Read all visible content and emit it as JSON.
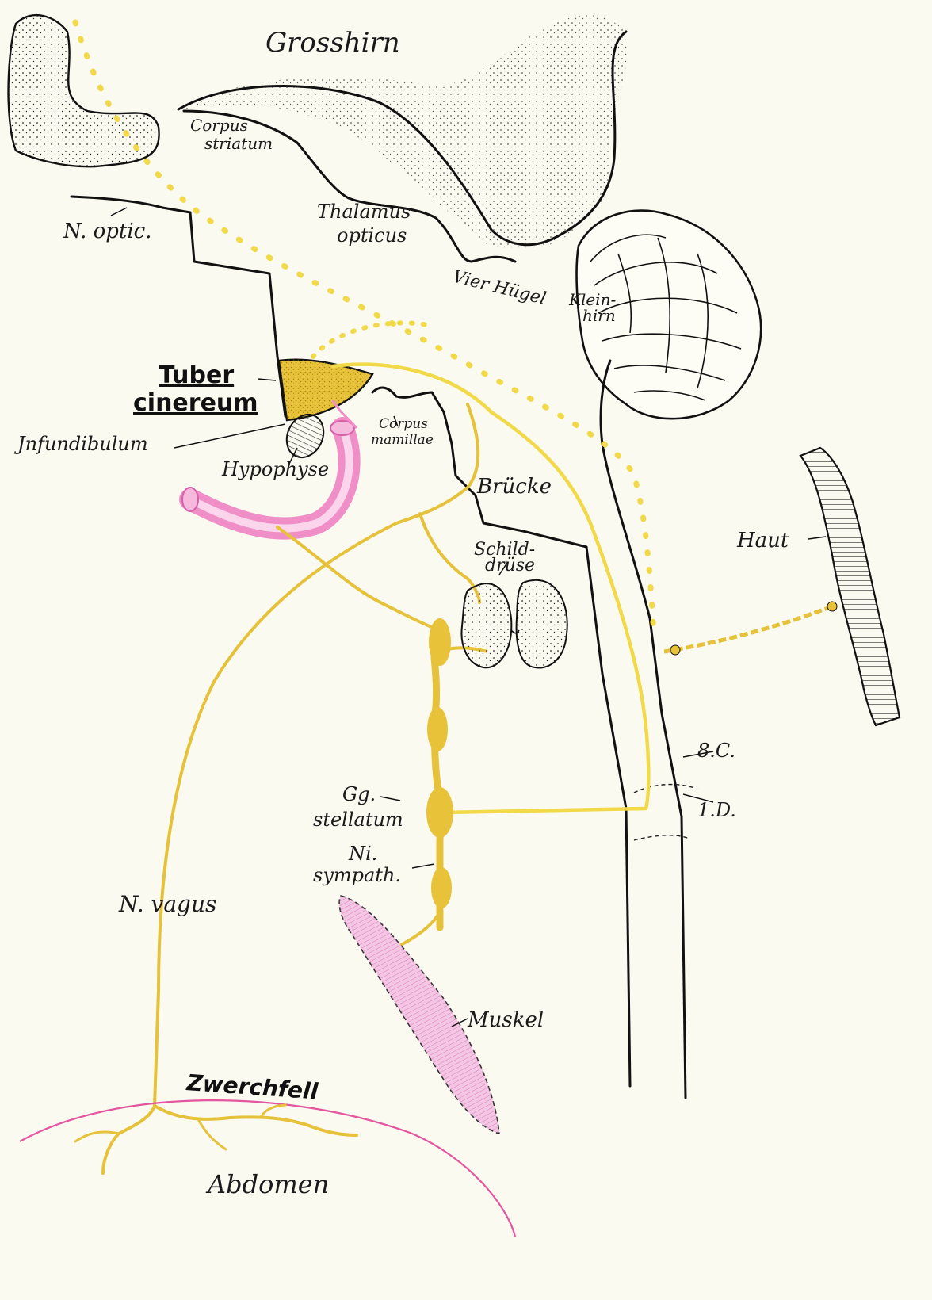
{
  "colors": {
    "background": "#fbfaf1",
    "ink": "#111111",
    "nerve_yellow": "#e6c13a",
    "sensory_yellow": "#f2d94a",
    "ganglion_fill": "#e8c33a",
    "vessel_pink": "#f08fc7",
    "muscle_pink": "#e48ac7",
    "brain_stipple": "#2a2a2a"
  },
  "labels": {
    "grosshirn": "Grosshirn",
    "corpus_striatum_1": "Corpus",
    "corpus_striatum_2": "striatum",
    "thalamus_1": "Thalamus",
    "thalamus_2": "opticus",
    "n_optic": "N. optic.",
    "vier_huegel": "Vier Hügel",
    "kleinhirn_1": "Klein-",
    "kleinhirn_2": "hirn",
    "tuber_1": "Tuber",
    "tuber_2": "cinereum",
    "infundibulum": "Jnfundibulum",
    "corpus_mamillae_1": "Corpus",
    "corpus_mamillae_2": "mamillae",
    "hypophyse": "Hypophyse",
    "bruecke": "Brücke",
    "schilddruese_1": "Schild-",
    "schilddruese_2": "drüse",
    "haut": "Haut",
    "segment_8c": "8.C.",
    "segment_1d": "1.D.",
    "gg_stellatum_1": "Gg.",
    "gg_stellatum_2": "stellatum",
    "ni_sympath_1": "Ni.",
    "ni_sympath_2": "sympath.",
    "n_vagus": "N. vagus",
    "muskel": "Muskel",
    "zwerchfell": "Zwerchfell",
    "abdomen": "Abdomen"
  }
}
